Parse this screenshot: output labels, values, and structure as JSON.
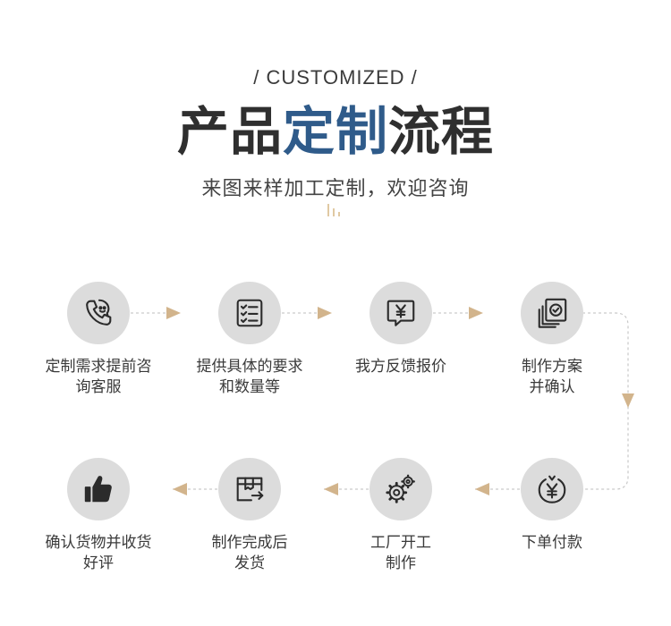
{
  "header": {
    "subtitle_en": "/ CUSTOMIZED /",
    "title_part1": "产品",
    "title_accent": "定制",
    "title_part2": "流程",
    "tagline": "来图来样加工定制，欢迎咨询"
  },
  "colors": {
    "accent": "#2f5b8a",
    "arrow": "#d2b48c",
    "circle": "#dcdcdc",
    "text": "#3a3a3a"
  },
  "steps": [
    {
      "label": "定制需求提前咨\n询客服",
      "icon": "phone-chat-icon"
    },
    {
      "label": "提供具体的要求\n和数量等",
      "icon": "checklist-icon"
    },
    {
      "label": "我方反馈报价",
      "icon": "yen-message-icon"
    },
    {
      "label": "制作方案\n并确认",
      "icon": "approved-document-icon"
    },
    {
      "label": "下单付款",
      "icon": "yen-coin-icon"
    },
    {
      "label": "工厂开工\n制作",
      "icon": "gears-icon"
    },
    {
      "label": "制作完成后\n发货",
      "icon": "shipping-box-icon"
    },
    {
      "label": "确认货物并收货\n好评",
      "icon": "thumbs-up-icon"
    }
  ]
}
